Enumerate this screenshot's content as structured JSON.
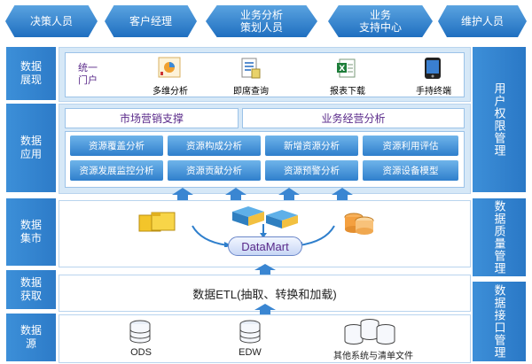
{
  "roles": [
    "决策人员",
    "客户经理",
    "业务分析\n策划人员",
    "业务\n支持中心",
    "维护人员"
  ],
  "left_labels": [
    "数据展现",
    "数据应用",
    "数据集市",
    "数据获取",
    "数据源"
  ],
  "right_labels": [
    "用户权限管理",
    "数据质量管理",
    "数据接口管理"
  ],
  "portal": {
    "title": "统一门户",
    "items": [
      "多维分析",
      "即席查询",
      "报表下载",
      "手持终端"
    ]
  },
  "apps": {
    "headers": [
      "市场营销支撑",
      "业务经营分析"
    ],
    "row1": [
      "资源覆盖分析",
      "资源构成分析",
      "新增资源分析",
      "资源利用评估"
    ],
    "row2": [
      "资源发展监控分析",
      "资源贡献分析",
      "资源预警分析",
      "资源设备模型"
    ]
  },
  "mart": {
    "label": "DataMart"
  },
  "etl": {
    "label": "数据ETL(抽取、转换和加载)"
  },
  "sources": [
    "ODS",
    "EDW",
    "其他系统与清单文件"
  ],
  "colors": {
    "blue": "#2f7fcc",
    "panel": "#d6e8f7",
    "purple": "#5a2a8a"
  }
}
